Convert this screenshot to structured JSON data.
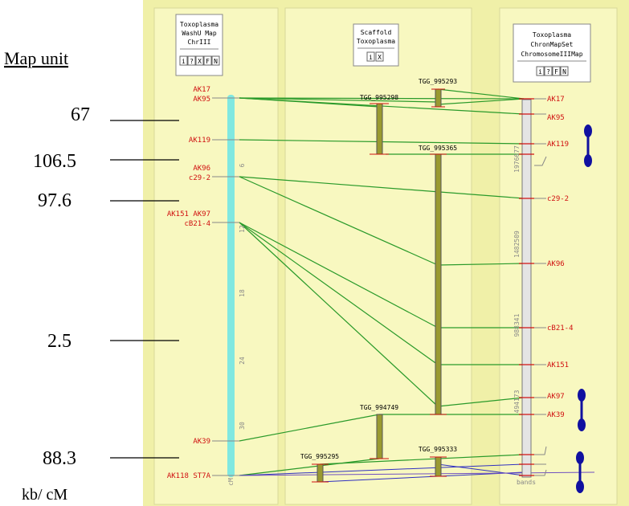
{
  "left_panel": {
    "heading": "Map unit",
    "values": [
      "67",
      "106.5",
      "97.6",
      "2.5",
      "88.3"
    ],
    "footer": "kb/ cM"
  },
  "columns": {
    "washu": {
      "title_lines": [
        "Toxoplasma",
        "WashU Map",
        "ChrIII"
      ],
      "buttons": [
        "i",
        "?",
        "X",
        "F",
        "N"
      ],
      "bar_color": "#80e8e0",
      "scale_ticks": [
        "6",
        "12",
        "18",
        "24",
        "30",
        "cM"
      ],
      "labels": [
        "AK17",
        "AK95",
        "AK119",
        "AK96",
        "c29-2",
        "AK151 AK97",
        "cB21-4",
        "AK39",
        "AK118 ST7A"
      ]
    },
    "scaffold": {
      "title_lines": [
        "Scaffold",
        "Toxoplasma"
      ],
      "buttons": [
        "i",
        "X"
      ],
      "contigs": [
        "TGG_995293",
        "TGG_995298",
        "TGG_995365",
        "TGG_994749",
        "TGG_995295",
        "TGG_995333"
      ]
    },
    "chronmap": {
      "title_lines": [
        "Toxoplasma",
        "ChronMapSet",
        "ChromosomeIIIMap"
      ],
      "buttons": [
        "i",
        "?",
        "F",
        "N"
      ],
      "scale_ticks": [
        "1976677",
        "1482509",
        "988341",
        "494173",
        "bands"
      ],
      "labels": [
        "AK17",
        "AK95",
        "AK119",
        "c29-2",
        "AK96",
        "cB21-4",
        "AK151",
        "AK97",
        "AK39"
      ]
    }
  },
  "colors": {
    "panel_bg": "#f8f8c0",
    "panel_border": "#d0d090",
    "outer_bg": "#f0f0a8",
    "link_line": "#2a9a2a",
    "marker_red": "#d01010",
    "contig_fill": "#9a9a30",
    "dumbbell": "#1010a0"
  }
}
